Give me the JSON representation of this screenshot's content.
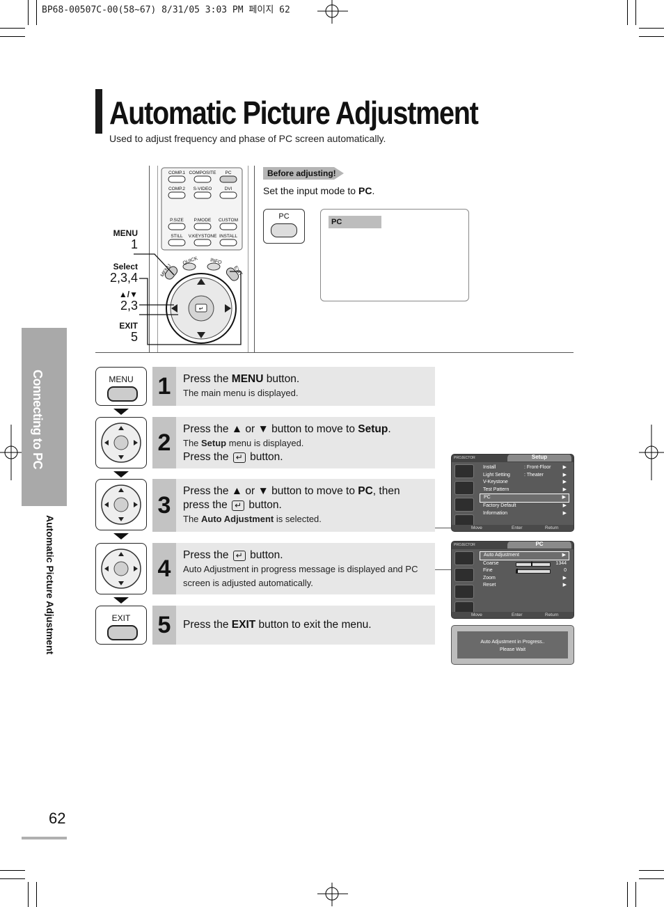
{
  "print_header": "BP68-00507C-00(58~67)  8/31/05  3:03 PM 페이지 62",
  "title": "Automatic Picture Adjustment",
  "subtitle": "Used to adjust frequency and phase of PC screen automatically.",
  "side_tab": "Connecting to PC",
  "side_subtitle": "Automatic Picture Adjustment",
  "page_number": "62",
  "remote": {
    "buttons_row1": [
      "COMP.1",
      "COMPOSITE",
      "PC"
    ],
    "buttons_row2": [
      "COMP.2",
      "S-VIDEO",
      "DVI"
    ],
    "buttons_row3": [
      "P.SIZE",
      "P.MODE",
      "CUSTOM"
    ],
    "buttons_row4": [
      "STILL",
      "V.KEYSTONE",
      "INSTALL"
    ],
    "buttons_row5": [
      "MENU",
      "QUICK",
      "INFO",
      "EXIT"
    ],
    "callouts": [
      {
        "label": "MENU",
        "num": "1"
      },
      {
        "label": "Select",
        "num": "2,3,4"
      },
      {
        "label": "▲/▼",
        "num": "2,3"
      },
      {
        "label": "EXIT",
        "num": "5"
      }
    ]
  },
  "before": {
    "badge": "Before adjusting!",
    "text_prefix": "Set the input mode to ",
    "text_bold": "PC",
    "text_suffix": ".",
    "pc_button_label": "PC",
    "screen_label": "PC"
  },
  "steps": [
    {
      "num": "1",
      "icon_label": "MENU",
      "main": [
        {
          "t": "Press the "
        },
        {
          "t": "MENU",
          "b": true
        },
        {
          "t": " button."
        }
      ],
      "sub": [
        {
          "t": "The main menu is displayed."
        }
      ]
    },
    {
      "num": "2",
      "icon_label": "",
      "main": [
        {
          "t": "Press the ▲ or ▼ button to move to "
        },
        {
          "t": "Setup",
          "b": true
        },
        {
          "t": "."
        }
      ],
      "sub": [
        {
          "t": "The "
        },
        {
          "t": "Setup",
          "b": true
        },
        {
          "t": " menu is displayed."
        }
      ],
      "main2": [
        {
          "t": "Press the "
        },
        {
          "t": "↵",
          "k": true
        },
        {
          "t": " button."
        }
      ]
    },
    {
      "num": "3",
      "icon_label": "",
      "main": [
        {
          "t": "Press the ▲ or ▼ button to move to "
        },
        {
          "t": "PC",
          "b": true
        },
        {
          "t": ", then"
        }
      ],
      "main2": [
        {
          "t": "press the "
        },
        {
          "t": "↵",
          "k": true
        },
        {
          "t": " button."
        }
      ],
      "sub": [
        {
          "t": "The "
        },
        {
          "t": "Auto Adjustment",
          "b": true
        },
        {
          "t": " is selected."
        }
      ]
    },
    {
      "num": "4",
      "icon_label": "",
      "main": [
        {
          "t": "Press the "
        },
        {
          "t": "↵",
          "k": true
        },
        {
          "t": " button."
        }
      ],
      "sub": [
        {
          "t": "Auto Adjustment in progress message is displayed and PC"
        }
      ],
      "sub2": [
        {
          "t": "screen is adjusted automatically."
        }
      ]
    },
    {
      "num": "5",
      "icon_label": "EXIT",
      "main": [
        {
          "t": "Press the "
        },
        {
          "t": "EXIT",
          "b": true
        },
        {
          "t": " button to exit the menu."
        }
      ]
    }
  ],
  "setup_menu": {
    "brand": "PROJECTOR",
    "title": "Setup",
    "items": [
      {
        "label": "Install",
        "value": ": Front-Floor",
        "arrow": "▶"
      },
      {
        "label": "Light Setting",
        "value": ": Theater",
        "arrow": "▶"
      },
      {
        "label": "V-Keystone",
        "value": "",
        "arrow": "▶"
      },
      {
        "label": "Test Pattern",
        "value": "",
        "arrow": "▶"
      },
      {
        "label": "PC",
        "value": "",
        "arrow": "▶",
        "selected": true
      },
      {
        "label": "Factory Default",
        "value": "",
        "arrow": "▶"
      },
      {
        "label": "Information",
        "value": "",
        "arrow": "▶"
      }
    ],
    "footer": {
      "move": "Move",
      "enter": "Enter",
      "return": "Return"
    }
  },
  "pc_menu": {
    "brand": "PROJECTOR",
    "title": "PC",
    "items": [
      {
        "label": "Auto Adjustment",
        "value": "",
        "arrow": "▶",
        "selected": true
      },
      {
        "label": "Coarse",
        "value": "1344",
        "arrow": "",
        "bar": 0.45
      },
      {
        "label": "Fine",
        "value": "0",
        "arrow": "",
        "bar": 0.0
      },
      {
        "label": "Zoom",
        "value": "",
        "arrow": "▶"
      },
      {
        "label": "Reset",
        "value": "",
        "arrow": "▶"
      }
    ],
    "footer": {
      "move": "Move",
      "enter": "Enter",
      "return": "Return"
    }
  },
  "progress_message": {
    "line1": "Auto Adjustment in Progress..",
    "line2": "Please Wait"
  }
}
